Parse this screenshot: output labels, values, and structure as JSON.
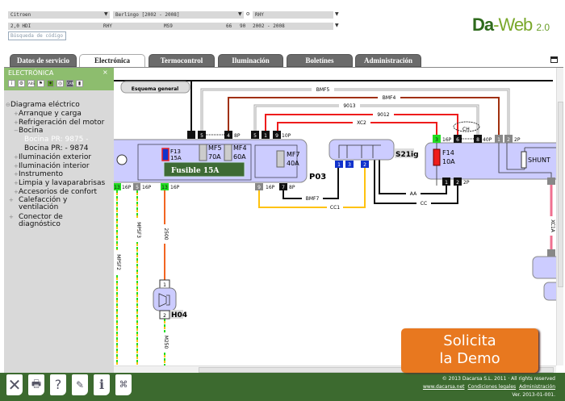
{
  "selectors": {
    "make": "Citroen",
    "model": "Berlingo [2002 - 2008]",
    "or_label": "o",
    "engine_code": "RHY",
    "version": {
      "engine": "2,0 HDI",
      "code": "RHY",
      "gearbox": "MS9",
      "kw": "66",
      "hp": "90",
      "years": "2002 - 2008"
    },
    "search_placeholder": "Búsqueda de código"
  },
  "logo": {
    "text": "Da-Web 2.0"
  },
  "tabs": [
    {
      "label": "Datos de servicio"
    },
    {
      "label": "Electrónica",
      "active": true
    },
    {
      "label": "Termocontrol"
    },
    {
      "label": "Iluminación"
    },
    {
      "label": "Boletínes"
    },
    {
      "label": "Administración"
    }
  ],
  "sidebar": {
    "title": "ELECTRÓNICA",
    "close": "×",
    "toolbar_icons": [
      "info-icon",
      "engine-icon",
      "abs-icon",
      "airbag-icon",
      "electrical-icon",
      "transmission-icon",
      "can-icon",
      "fuel-icon"
    ],
    "tree": {
      "root": "Diagrama eléctrico",
      "items": [
        {
          "label": "Arranque y carga"
        },
        {
          "label": "Refrigeración del motor"
        },
        {
          "label": "Bocina",
          "expanded": true,
          "children": [
            {
              "label": "Bocina PR: 9875 -",
              "selected": true
            },
            {
              "label": "Bocina PR: - 9874"
            }
          ]
        },
        {
          "label": "Iluminación exterior"
        },
        {
          "label": "Iluminación interior"
        },
        {
          "label": "Instrumento"
        },
        {
          "label": "Limpia y lavaparabrisas"
        },
        {
          "label": "Accesorios de confort"
        },
        {
          "label": "Calefacción y ventilación"
        },
        {
          "label": "Conector de diagnóstico"
        }
      ]
    }
  },
  "diagram": {
    "overview_button": "Esquema general",
    "wires": {
      "bmf5": "BMF5",
      "bmf4": "BMF4",
      "w9013": "9013",
      "w9012": "9012",
      "xc2": "XC2",
      "bmf7": "BMF7",
      "cc1": "CC1",
      "aa": "AA",
      "cc": "CC",
      "mpsf2": "MPSF2",
      "mpsf3": "MPSF3",
      "w2500": "2500",
      "m250": "M250",
      "xc1a": "XC1A"
    },
    "components": {
      "p03": "P03",
      "s21ig": "S21ig",
      "h04": "H04",
      "ch": "CH",
      "shunt": "SHUNT",
      "mf5": "MF5",
      "mf5a": "70A",
      "mf4": "MF4",
      "mf4a": "60A",
      "mf7": "MF7",
      "mf7a": "40A",
      "f13": "F13",
      "f13a": "15A",
      "f14": "F14",
      "f14a": "10A"
    },
    "pins": {
      "p5": "5",
      "p4": "4",
      "p8p": "8P",
      "p1": "1",
      "p9": "9",
      "p10p": "10P",
      "p13": "13",
      "p16p": "16P",
      "p7": "7",
      "p3": "3",
      "p2": "2",
      "p6": "6",
      "p8": "8",
      "p40p": "40P",
      "p2p": "2P"
    },
    "tooltip": "Fusible 15A",
    "colors": {
      "module": "#ccccff",
      "red": "#ee1c1c",
      "brown": "#a0300f",
      "orange": "#f26522",
      "yellow": "#ffc20e",
      "green": "#22dd22",
      "blue": "#1133cc",
      "pink": "#f07090"
    }
  },
  "footer": {
    "toolbar_icons": [
      "close-icon",
      "print-icon",
      "help-icon",
      "edit-icon",
      "info-icon",
      "binoculars-icon"
    ],
    "copyright": "© 2013 Dacarsa S.L. 2011 · All rights reserved",
    "links": [
      "www.dacarsa.net",
      "Condiciones legales",
      "Administración"
    ],
    "version": "Ver. 2013-01-001."
  },
  "demo_button": {
    "line1": "Solicita",
    "line2": "la Demo"
  }
}
